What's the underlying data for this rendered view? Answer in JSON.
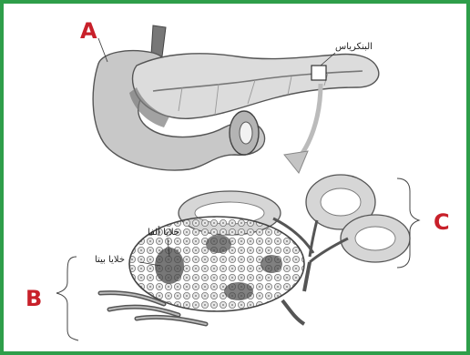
{
  "labels": {
    "a": "A",
    "b": "B",
    "c": "C",
    "pancreas": "البنكرياس",
    "alpha_cells": "خلايا ألفا",
    "beta_cells": "خلايا بيتا"
  },
  "colors": {
    "frame": "#2e9e4a",
    "label_text": "#c8202a",
    "organ_light": "#d9d9d9",
    "organ_mid": "#a8a8a8",
    "organ_dark": "#555555"
  }
}
